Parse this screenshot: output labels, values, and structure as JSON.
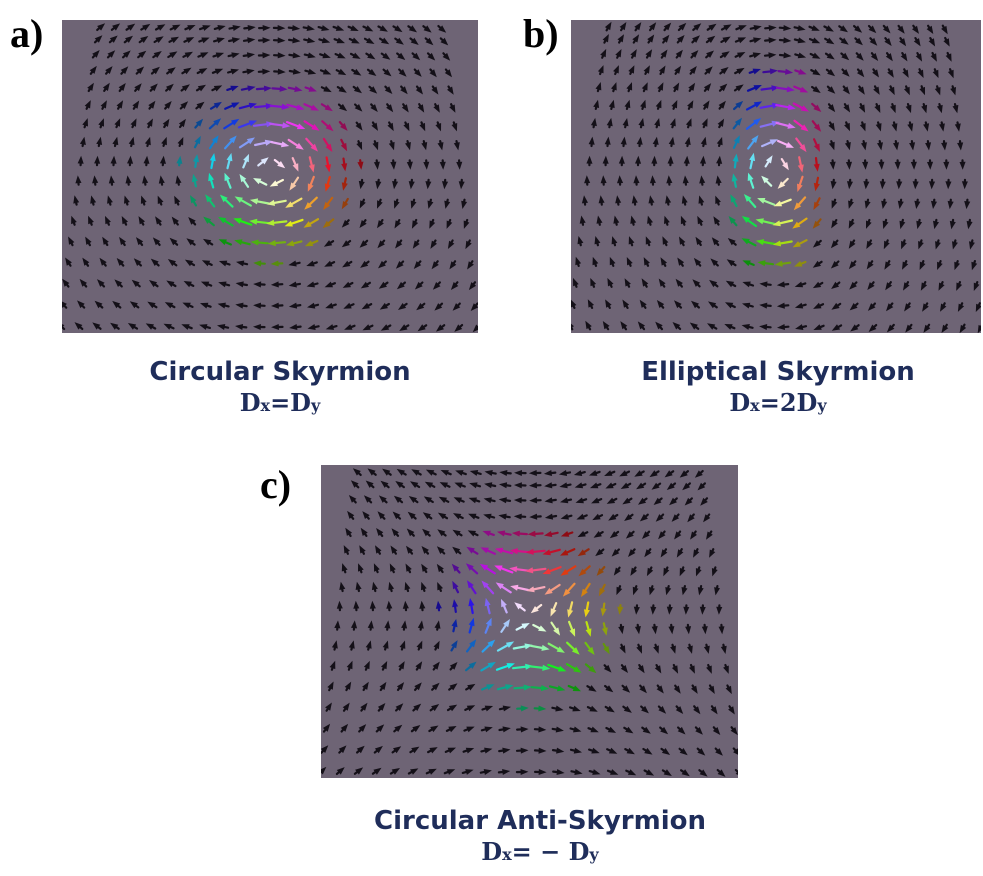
{
  "panels": [
    {
      "letter": "a)",
      "title": "Circular Skyrmion",
      "formula": {
        "left_main": "D",
        "left_sub": "x",
        "op": "=",
        "right_pre": "",
        "right_main": "D",
        "right_sub": "y"
      },
      "kind": "skyrmion",
      "aspect": [
        1,
        1
      ]
    },
    {
      "letter": "b)",
      "title": "Elliptical Skyrmion",
      "formula": {
        "left_main": "D",
        "left_sub": "x",
        "op": "=",
        "right_pre": "2",
        "right_main": "D",
        "right_sub": "y"
      },
      "kind": "skyrmion",
      "aspect": [
        0.6,
        1.2
      ]
    },
    {
      "letter": "c)",
      "title": "Circular Anti-Skyrmion",
      "formula": {
        "left_main": "D",
        "left_sub": "x",
        "op": "= − ",
        "right_pre": "",
        "right_main": "D",
        "right_sub": "y"
      },
      "kind": "antiskyrmion",
      "aspect": [
        1,
        1
      ]
    }
  ],
  "colors": {
    "background": "#6e6475",
    "caption": "#1f2d5a",
    "outer_arrow": "#141018"
  }
}
